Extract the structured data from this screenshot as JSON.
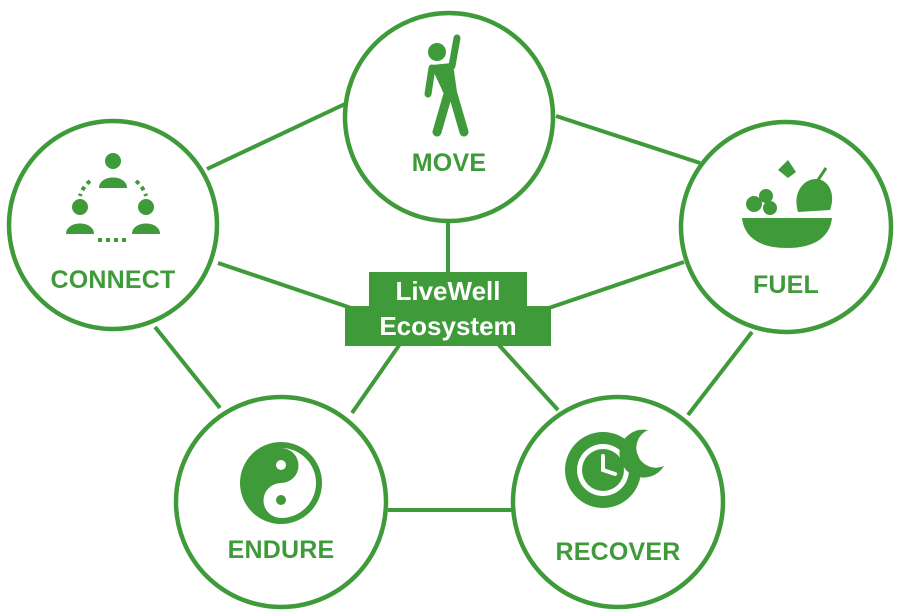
{
  "colors": {
    "primary": "#3f9a3a",
    "background": "#ffffff",
    "center_text": "#ffffff"
  },
  "center": {
    "line1": "LiveWell",
    "line2": "Ecosystem"
  },
  "nodes": {
    "move": {
      "label": "MOVE",
      "icon": "stretching-person-icon"
    },
    "fuel": {
      "label": "FUEL",
      "icon": "fruit-bowl-icon"
    },
    "connect": {
      "label": "CONNECT",
      "icon": "people-network-icon"
    },
    "endure": {
      "label": "ENDURE",
      "icon": "yin-yang-icon"
    },
    "recover": {
      "label": "RECOVER",
      "icon": "clock-moon-icon"
    }
  }
}
